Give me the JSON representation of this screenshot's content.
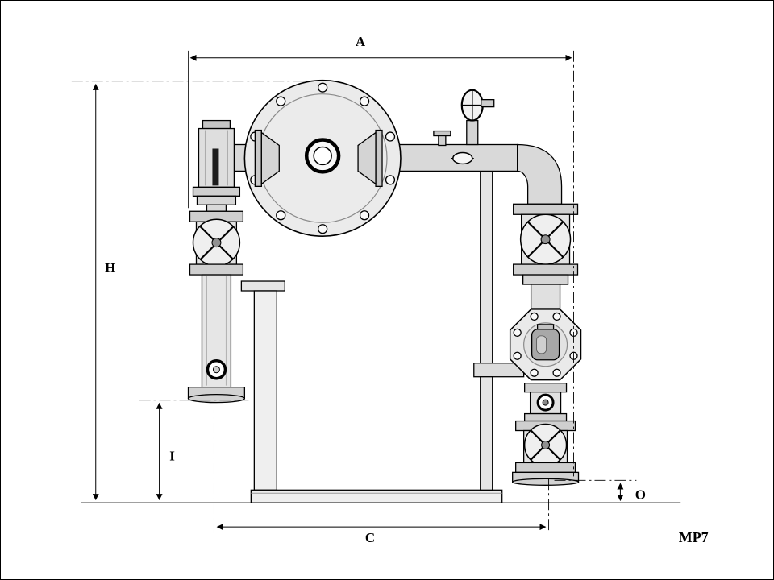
{
  "dimensions": {
    "a": "A",
    "h": "H",
    "i": "I",
    "c": "C",
    "o": "O"
  },
  "footer": {
    "model": "MP7"
  },
  "colors": {
    "line": "#000000",
    "metal_light": "#ececec",
    "metal_mid": "#d9d9d9",
    "metal_dark": "#bfbfbf",
    "background": "#ffffff"
  }
}
